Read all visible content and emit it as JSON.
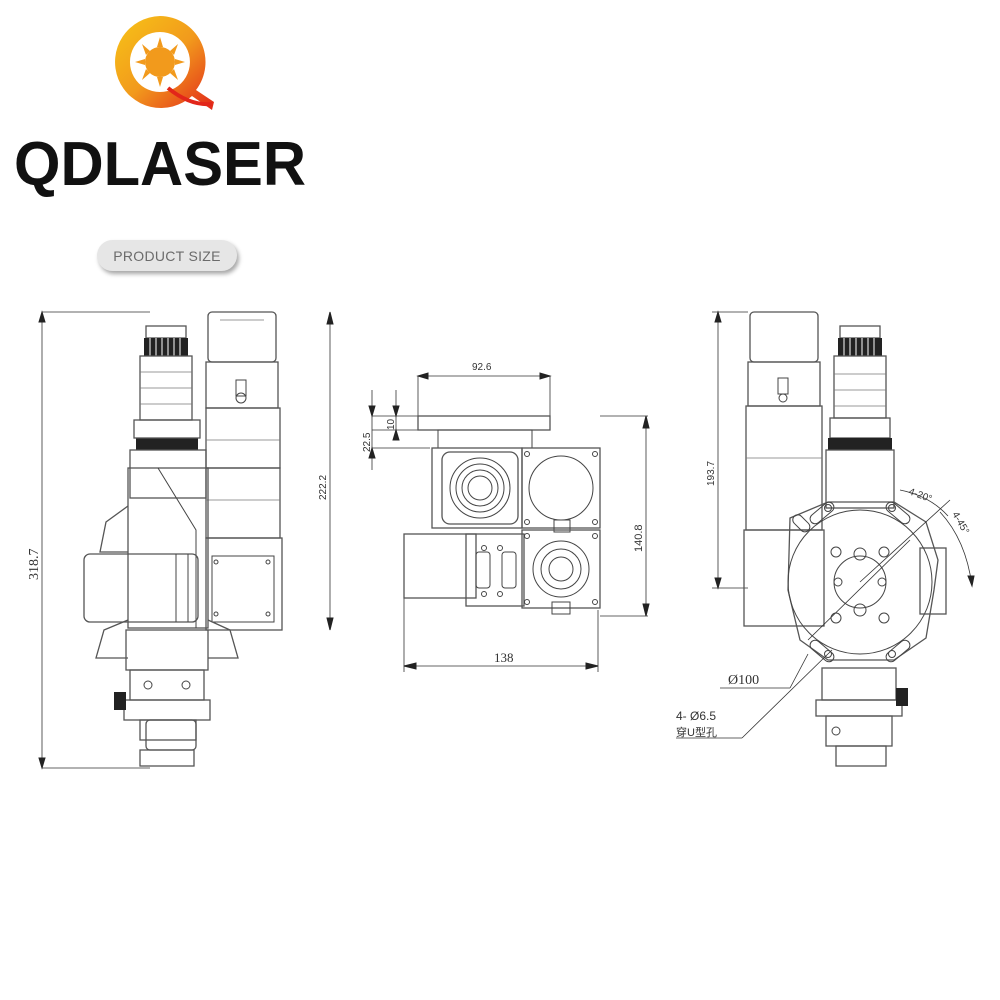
{
  "brand": {
    "name": "QDLASER",
    "colors": {
      "orange": "#f29a1c",
      "red": "#e2261a",
      "yellow": "#f7c417",
      "black": "#111111"
    }
  },
  "badge": {
    "label": "PRODUCT SIZE"
  },
  "dimensions": {
    "overall_height": "318.7",
    "upper_height": "222.2",
    "flange_width": "92.6",
    "offset_a": "22.5",
    "offset_b": "10",
    "top_depth": "140.8",
    "top_width": "138",
    "side_height": "193.7",
    "slot_angle_1": "4-20°",
    "slot_angle_2": "4-45°",
    "bolt_circle": "Ø100",
    "hole_spec": "4- Ø6.5",
    "hole_note": "穿U型孔"
  }
}
